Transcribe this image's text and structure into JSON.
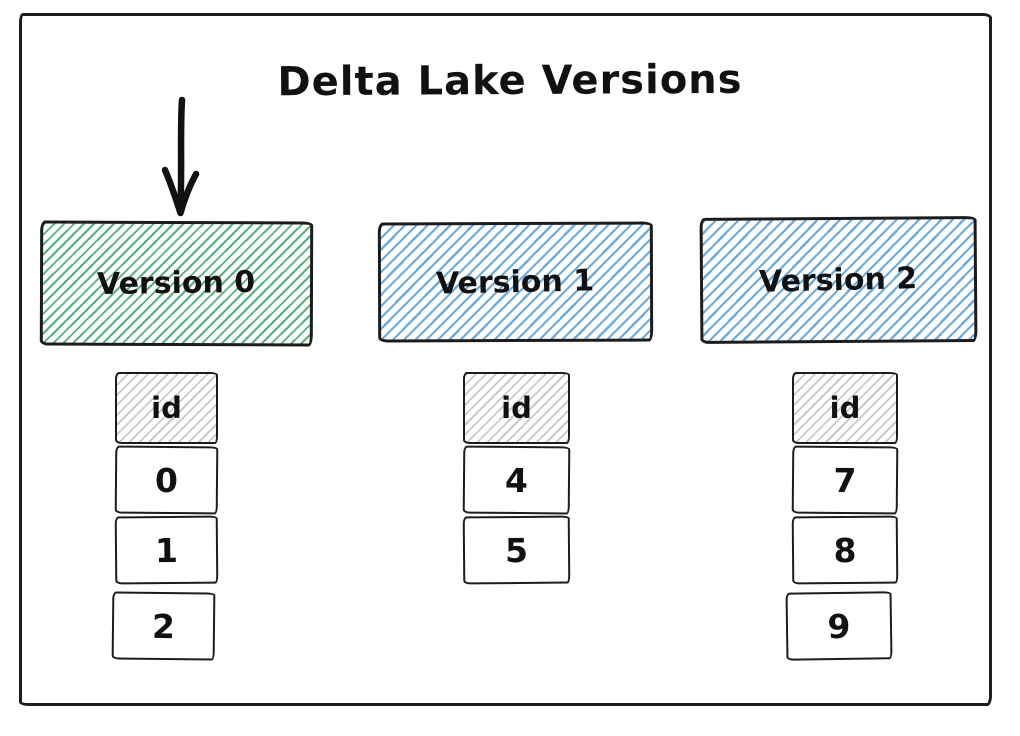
{
  "diagram": {
    "title": "Delta Lake Versions",
    "arrow": {
      "icon": "down-arrow-icon",
      "points_to": "Version 0"
    },
    "colors": {
      "stroke": "#1c1c1c",
      "text": "#111111",
      "green": "#55b27d",
      "blue": "#6babdd",
      "gray": "#c9c9c9"
    },
    "columns": [
      {
        "version_label": "Version 0",
        "fill": "green",
        "table": {
          "header": "id",
          "rows": [
            "0",
            "1",
            "2"
          ]
        }
      },
      {
        "version_label": "Version 1",
        "fill": "blue",
        "table": {
          "header": "id",
          "rows": [
            "4",
            "5"
          ]
        }
      },
      {
        "version_label": "Version 2",
        "fill": "blue",
        "table": {
          "header": "id",
          "rows": [
            "7",
            "8",
            "9"
          ]
        }
      }
    ]
  }
}
